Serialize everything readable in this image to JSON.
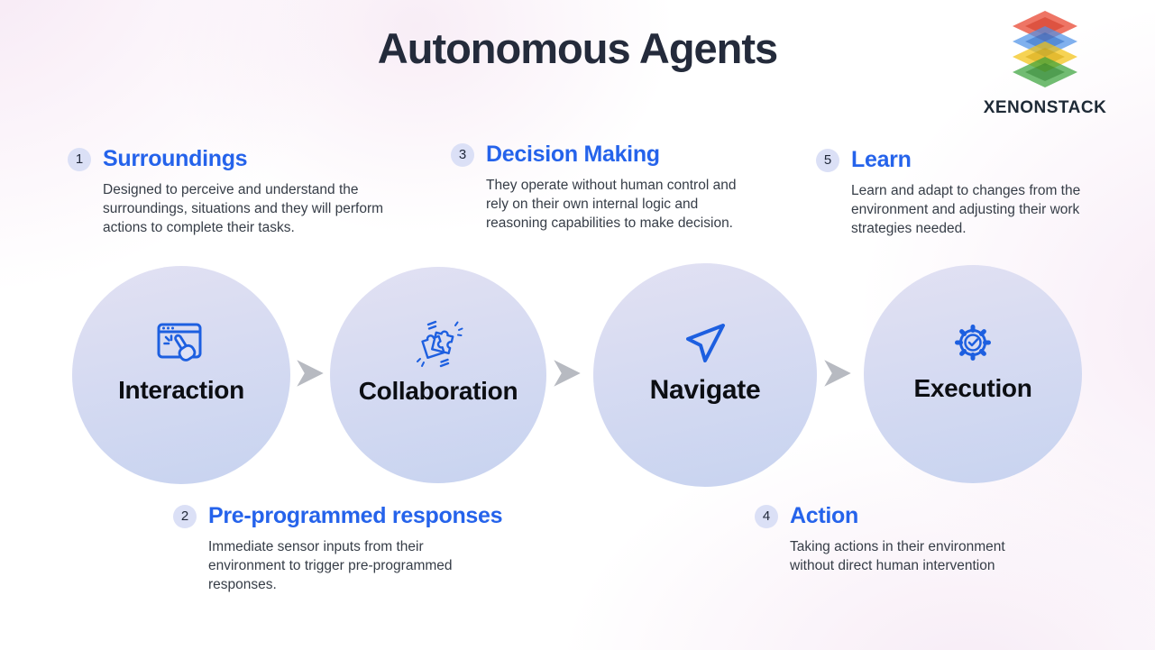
{
  "page": {
    "title": "Autonomous Agents"
  },
  "logo": {
    "brand": "XENONSTACK"
  },
  "features": [
    {
      "number": "1",
      "title": "Surroundings",
      "description": "Designed to perceive and understand the surroundings, situations and they will perform actions to complete their tasks."
    },
    {
      "number": "2",
      "title": "Pre-programmed responses",
      "description": "Immediate sensor inputs from their environment to trigger pre-programmed responses."
    },
    {
      "number": "3",
      "title": "Decision Making",
      "description": "They operate without human control and rely on their own internal logic and reasoning capabilities to make decision."
    },
    {
      "number": "4",
      "title": "Action",
      "description": "Taking actions in their environment without direct human intervention"
    },
    {
      "number": "5",
      "title": "Learn",
      "description": "Learn and adapt to changes from the environment and adjusting their work strategies needed."
    }
  ],
  "stages": [
    {
      "label": "Interaction",
      "icon": "browser-click-icon"
    },
    {
      "label": "Collaboration",
      "icon": "puzzle-hands-icon"
    },
    {
      "label": "Navigate",
      "icon": "paper-plane-icon"
    },
    {
      "label": "Execution",
      "icon": "gear-check-icon"
    }
  ],
  "colors": {
    "accent_blue": "#2563eb",
    "icon_blue": "#1d5fe0",
    "heading_dark": "#242b3b",
    "body_text": "#363d47",
    "badge_bg": "#dbe0f6",
    "circle_top": "#e2e1f3",
    "circle_bottom": "#c7d3f0",
    "arrow_grey": "#b7bac1",
    "logo_red": "#e8402a",
    "logo_blue": "#4f92e8",
    "logo_yellow": "#f3c212",
    "logo_green": "#3aa23c"
  }
}
